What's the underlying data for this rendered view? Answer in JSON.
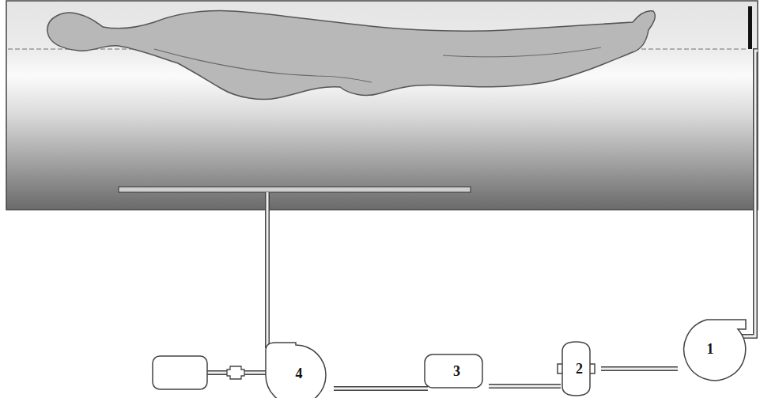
{
  "diagram": {
    "nodes": [
      {
        "text": [
          "4"
        ]
      },
      {
        "text": [
          "3"
        ]
      },
      {
        "text": [
          "2"
        ]
      },
      {
        "text": [
          "1"
        ]
      }
    ],
    "edges": [
      {
        "from": 0,
        "to": 1,
        "arrow": "none"
      },
      {
        "from": 1,
        "to": 2,
        "arrow": "none"
      },
      {
        "from": 2,
        "to": 3,
        "arrow": "none"
      }
    ]
  }
}
